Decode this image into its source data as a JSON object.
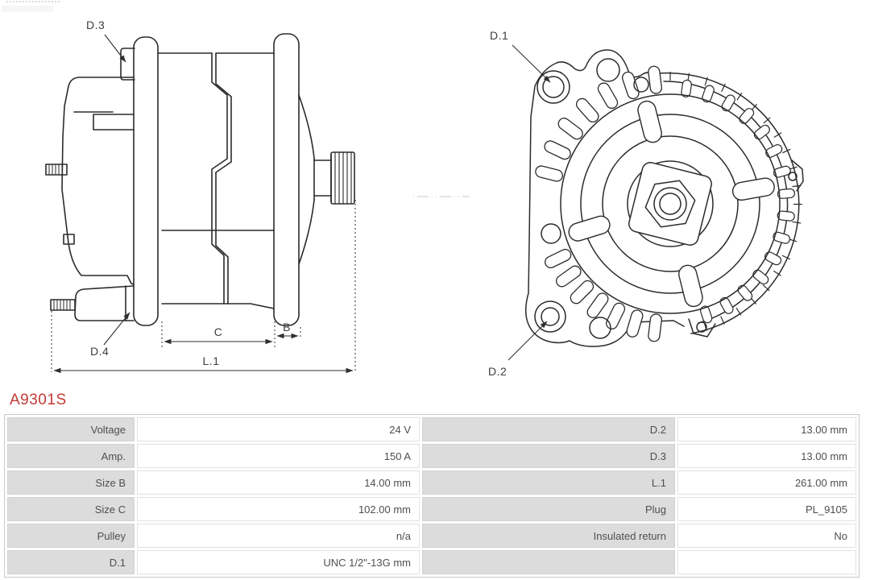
{
  "page": {
    "background": "#ffffff"
  },
  "part": {
    "number": "A9301S",
    "color": "#c43a36"
  },
  "diagram": {
    "line_color": "#2b2b2b",
    "side_view_labels": {
      "d3": "D.3",
      "d4": "D.4",
      "c": "C",
      "b": "B",
      "l1": "L.1"
    },
    "front_view_labels": {
      "d1": "D.1",
      "d2": "D.2"
    }
  },
  "specs": {
    "label_bg": "#dcdcdc",
    "rows": [
      {
        "l_label": "Voltage",
        "l_value": "24 V",
        "r_label": "D.2",
        "r_value": "13.00 mm"
      },
      {
        "l_label": "Amp.",
        "l_value": "150 A",
        "r_label": "D.3",
        "r_value": "13.00 mm"
      },
      {
        "l_label": "Size B",
        "l_value": "14.00 mm",
        "r_label": "L.1",
        "r_value": "261.00 mm"
      },
      {
        "l_label": "Size C",
        "l_value": "102.00 mm",
        "r_label": "Plug",
        "r_value": "PL_9105"
      },
      {
        "l_label": "Pulley",
        "l_value": "n/a",
        "r_label": "Insulated return",
        "r_value": "No"
      },
      {
        "l_label": "D.1",
        "l_value": "UNC 1/2\"-13G mm",
        "r_label": "",
        "r_value": ""
      }
    ]
  }
}
